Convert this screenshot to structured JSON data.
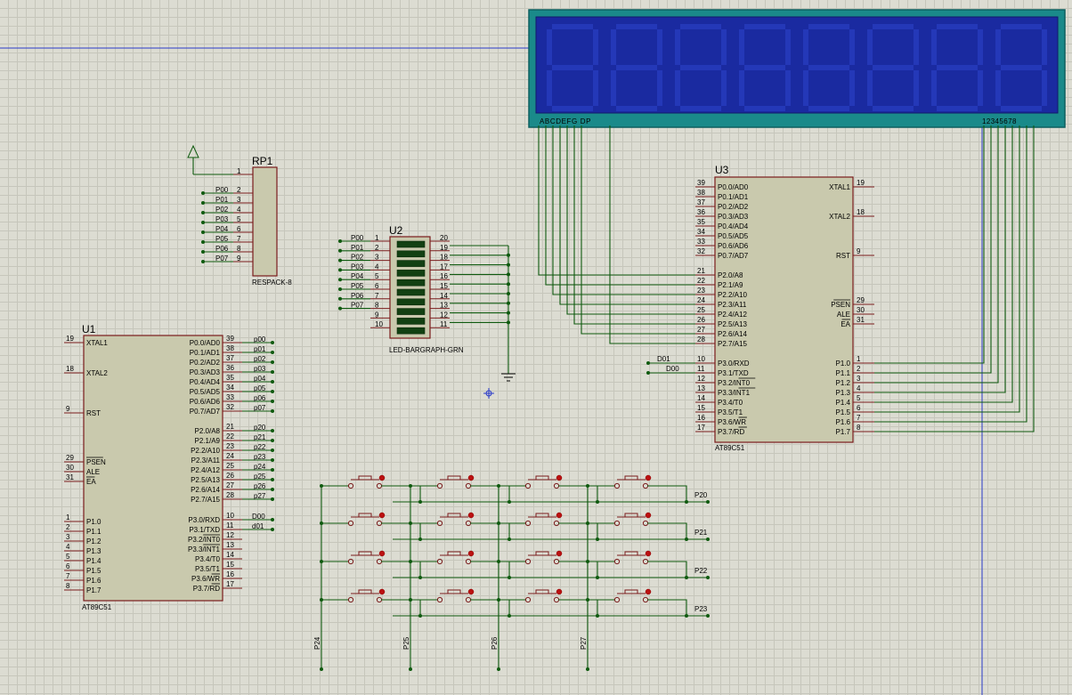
{
  "u1": {
    "ref": "U1",
    "part": "AT89C51",
    "left": [
      {
        "n": "19",
        "t": "XTAL1"
      },
      {
        "n": "18",
        "t": "XTAL2"
      },
      {
        "n": "9",
        "t": "RST"
      },
      {
        "n": "29",
        "t": "PSEN",
        "bar": true
      },
      {
        "n": "30",
        "t": "ALE"
      },
      {
        "n": "31",
        "t": "EA",
        "bar": true
      },
      {
        "n": "1",
        "t": "P1.0"
      },
      {
        "n": "2",
        "t": "P1.1"
      },
      {
        "n": "3",
        "t": "P1.2"
      },
      {
        "n": "4",
        "t": "P1.3"
      },
      {
        "n": "5",
        "t": "P1.4"
      },
      {
        "n": "6",
        "t": "P1.5"
      },
      {
        "n": "7",
        "t": "P1.6"
      },
      {
        "n": "8",
        "t": "P1.7"
      }
    ],
    "right": [
      {
        "n": "39",
        "t": "P0.0/AD0"
      },
      {
        "n": "38",
        "t": "P0.1/AD1"
      },
      {
        "n": "37",
        "t": "P0.2/AD2"
      },
      {
        "n": "36",
        "t": "P0.3/AD3"
      },
      {
        "n": "35",
        "t": "P0.4/AD4"
      },
      {
        "n": "34",
        "t": "P0.5/AD5"
      },
      {
        "n": "33",
        "t": "P0.6/AD6"
      },
      {
        "n": "32",
        "t": "P0.7/AD7"
      },
      {
        "n": "21",
        "t": "P2.0/A8"
      },
      {
        "n": "22",
        "t": "P2.1/A9"
      },
      {
        "n": "23",
        "t": "P2.2/A10"
      },
      {
        "n": "24",
        "t": "P2.3/A11"
      },
      {
        "n": "25",
        "t": "P2.4/A12"
      },
      {
        "n": "26",
        "t": "P2.5/A13"
      },
      {
        "n": "27",
        "t": "P2.6/A14"
      },
      {
        "n": "28",
        "t": "P2.7/A15"
      },
      {
        "n": "10",
        "t": "P3.0/RXD"
      },
      {
        "n": "11",
        "t": "P3.1/TXD"
      },
      {
        "n": "12",
        "t": "P3.2/INT0",
        "bar": "INT0"
      },
      {
        "n": "13",
        "t": "P3.3/INT1",
        "bar": "INT1"
      },
      {
        "n": "14",
        "t": "P3.4/T0"
      },
      {
        "n": "15",
        "t": "P3.5/T1"
      },
      {
        "n": "16",
        "t": "P3.6/WR",
        "bar": "WR"
      },
      {
        "n": "17",
        "t": "P3.7/RD",
        "bar": "RD"
      }
    ],
    "nets_p0": [
      "p00",
      "p01",
      "p02",
      "p03",
      "p04",
      "p05",
      "p06",
      "p07"
    ],
    "nets_p2": [
      "p20",
      "p21",
      "p22",
      "p23",
      "p24",
      "p25",
      "p26",
      "p27"
    ],
    "nets_p3": [
      "D00",
      "d01"
    ]
  },
  "u3": {
    "ref": "U3",
    "part": "AT89C51",
    "left": [
      {
        "n": "39",
        "t": "P0.0/AD0"
      },
      {
        "n": "38",
        "t": "P0.1/AD1"
      },
      {
        "n": "37",
        "t": "P0.2/AD2"
      },
      {
        "n": "36",
        "t": "P0.3/AD3"
      },
      {
        "n": "35",
        "t": "P0.4/AD4"
      },
      {
        "n": "34",
        "t": "P0.5/AD5"
      },
      {
        "n": "33",
        "t": "P0.6/AD6"
      },
      {
        "n": "32",
        "t": "P0.7/AD7"
      },
      {
        "n": "21",
        "t": "P2.0/A8"
      },
      {
        "n": "22",
        "t": "P2.1/A9"
      },
      {
        "n": "23",
        "t": "P2.2/A10"
      },
      {
        "n": "24",
        "t": "P2.3/A11"
      },
      {
        "n": "25",
        "t": "P2.4/A12"
      },
      {
        "n": "26",
        "t": "P2.5/A13"
      },
      {
        "n": "27",
        "t": "P2.6/A14"
      },
      {
        "n": "28",
        "t": "P2.7/A15"
      },
      {
        "n": "10",
        "t": "P3.0/RXD"
      },
      {
        "n": "11",
        "t": "P3.1/TXD"
      },
      {
        "n": "12",
        "t": "P3.2/INT0",
        "bar": "INT0"
      },
      {
        "n": "13",
        "t": "P3.3/INT1",
        "bar": "INT1"
      },
      {
        "n": "14",
        "t": "P3.4/T0"
      },
      {
        "n": "15",
        "t": "P3.5/T1"
      },
      {
        "n": "16",
        "t": "P3.6/WR",
        "bar": "WR"
      },
      {
        "n": "17",
        "t": "P3.7/RD",
        "bar": "RD"
      }
    ],
    "right": [
      {
        "n": "19",
        "t": "XTAL1"
      },
      {
        "n": "18",
        "t": "XTAL2"
      },
      {
        "n": "9",
        "t": "RST"
      },
      {
        "n": "29",
        "t": "PSEN",
        "bar": true
      },
      {
        "n": "30",
        "t": "ALE"
      },
      {
        "n": "31",
        "t": "EA",
        "bar": true
      },
      {
        "n": "1",
        "t": "P1.0"
      },
      {
        "n": "2",
        "t": "P1.1"
      },
      {
        "n": "3",
        "t": "P1.2"
      },
      {
        "n": "4",
        "t": "P1.3"
      },
      {
        "n": "5",
        "t": "P1.4"
      },
      {
        "n": "6",
        "t": "P1.5"
      },
      {
        "n": "7",
        "t": "P1.6"
      },
      {
        "n": "8",
        "t": "P1.7"
      }
    ],
    "nets_p3": [
      "D01",
      "D00"
    ]
  },
  "rp1": {
    "ref": "RP1",
    "part": "RESPACK-8",
    "pins": [
      "1",
      "2",
      "3",
      "4",
      "5",
      "6",
      "7",
      "8",
      "9"
    ],
    "nets": [
      "P00",
      "P01",
      "P02",
      "P03",
      "P04",
      "P05",
      "P06",
      "P07"
    ]
  },
  "u2": {
    "ref": "U2",
    "part": "LED-BARGRAPH-GRN",
    "left_pins": [
      "1",
      "2",
      "3",
      "4",
      "5",
      "6",
      "7",
      "8",
      "9",
      "10"
    ],
    "right_pins": [
      "20",
      "19",
      "18",
      "17",
      "16",
      "15",
      "14",
      "13",
      "12",
      "11"
    ],
    "nets": [
      "P00",
      "P01",
      "P02",
      "P03",
      "P04",
      "P05",
      "P06",
      "P07"
    ]
  },
  "display": {
    "seg_labels": "ABCDEFG  DP",
    "digit_labels": "12345678",
    "digits": 8
  },
  "keypad": {
    "rows": [
      "P20",
      "P21",
      "P22",
      "P23"
    ],
    "cols": [
      "P24",
      "P25",
      "P26",
      "P27"
    ]
  },
  "colors": {
    "component_fill": "#c9c9ad",
    "component_stroke": "#7a1c1c",
    "wire": "#0f5a0f",
    "display_bezel": "#1a8a8a",
    "display_face": "#1a2aa0",
    "grid_bg": "#dcdcd2"
  }
}
